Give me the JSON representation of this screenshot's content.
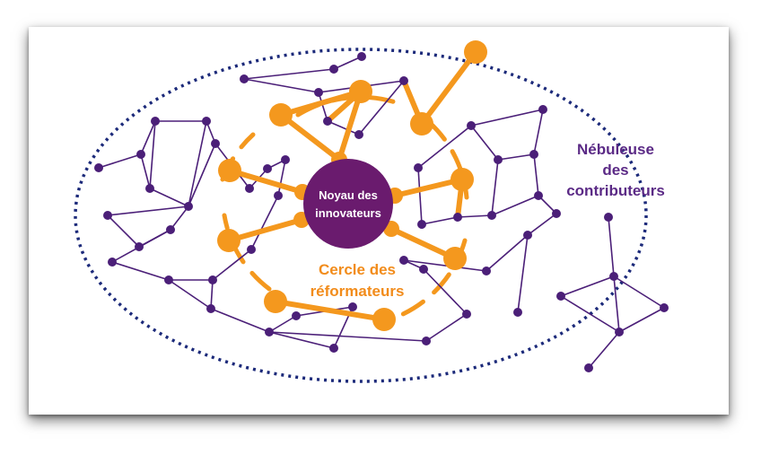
{
  "colors": {
    "purple": "#4b1f78",
    "purple_text": "#5b2a86",
    "orange": "#f4981e",
    "orange_text": "#f28c1b",
    "navy_dots": "#1c2a7a",
    "core_fill": "#6a1b6e"
  },
  "labels": {
    "core_line1": "Noyau des",
    "core_line2": "innovateurs",
    "ring_line1": "Cercle des",
    "ring_line2": "réformateurs",
    "outer_line1": "Nébuleuse",
    "outer_line2": "des",
    "outer_line3": "contributeurs"
  }
}
